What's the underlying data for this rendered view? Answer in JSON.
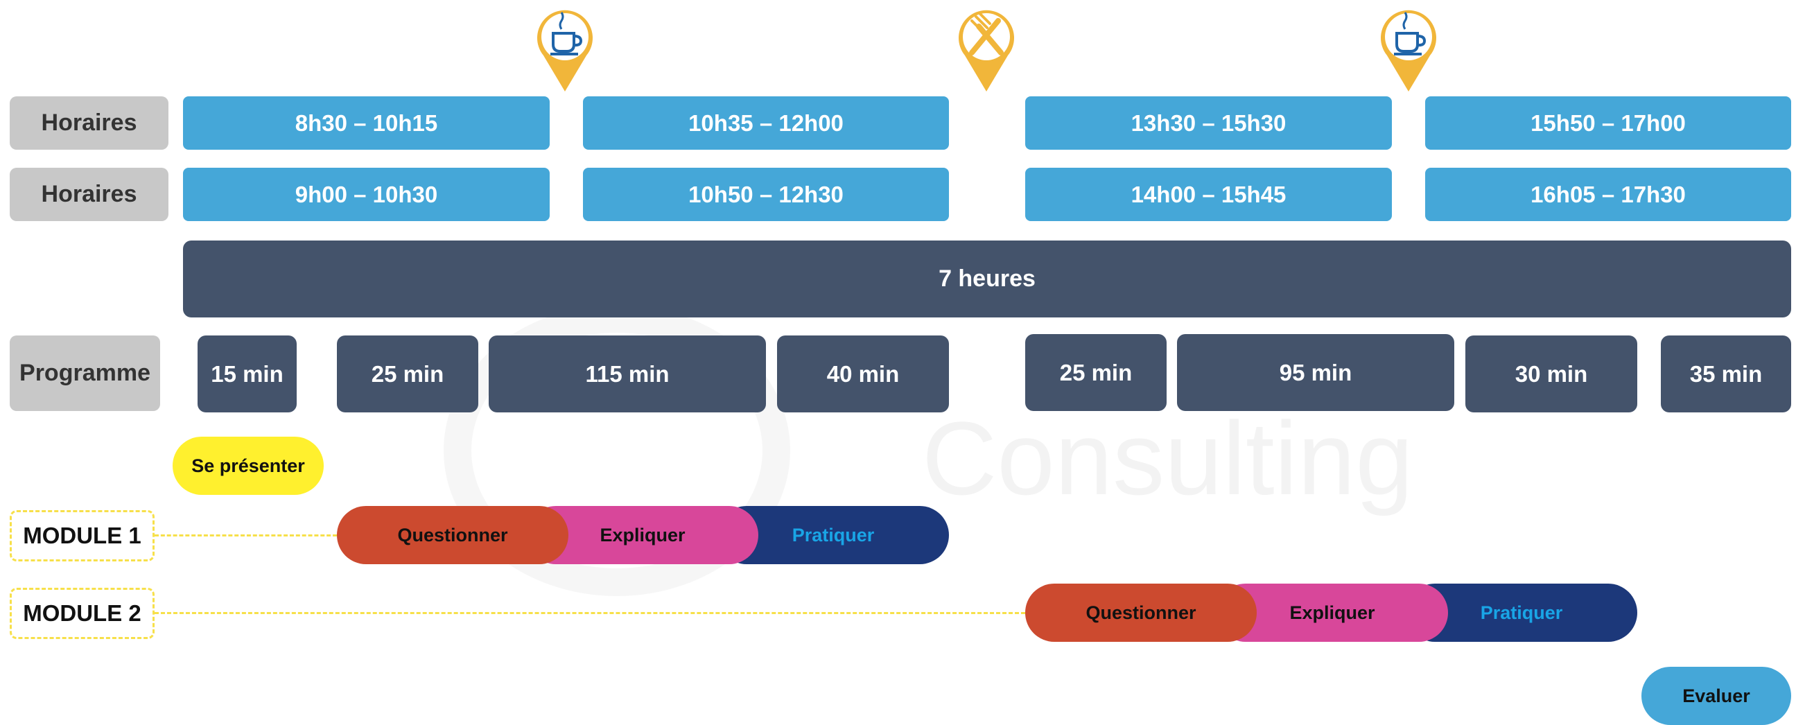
{
  "colors": {
    "slot_blue": "#45a7d8",
    "dark_slate": "#44536b",
    "grey_label": "#c8c8c8",
    "yellow": "#fff02e",
    "pin_orange": "#f1b63a",
    "questionner": "#cc4a2f",
    "expliquer": "#d8479a",
    "pratiquer": "#1c387a",
    "pratiquer_text": "#19a5e6",
    "evaluer": "#45a7d8"
  },
  "rows": {
    "horaires_label_1": "Horaires",
    "horaires_label_2": "Horaires",
    "programme_label": "Programme"
  },
  "schedule_1": [
    "8h30 – 10h15",
    "10h35 – 12h00",
    "13h30 – 15h30",
    "15h50 – 17h00"
  ],
  "schedule_2": [
    "9h00 – 10h30",
    "10h50 – 12h30",
    "14h00 – 15h45",
    "16h05 – 17h30"
  ],
  "total": "7 heures",
  "programme": [
    "15 min",
    "25 min",
    "115 min",
    "40 min",
    "25 min",
    "95 min",
    "30 min",
    "35 min"
  ],
  "intro": "Se présenter",
  "module1": {
    "label": "MODULE 1",
    "steps": [
      "Questionner",
      "Expliquer",
      "Pratiquer"
    ]
  },
  "module2": {
    "label": "MODULE 2",
    "steps": [
      "Questionner",
      "Expliquer",
      "Pratiquer"
    ]
  },
  "final": "Evaluer",
  "breaks": [
    "coffee-icon",
    "fork-knife-icon",
    "coffee-icon"
  ],
  "watermark": "Consulting"
}
